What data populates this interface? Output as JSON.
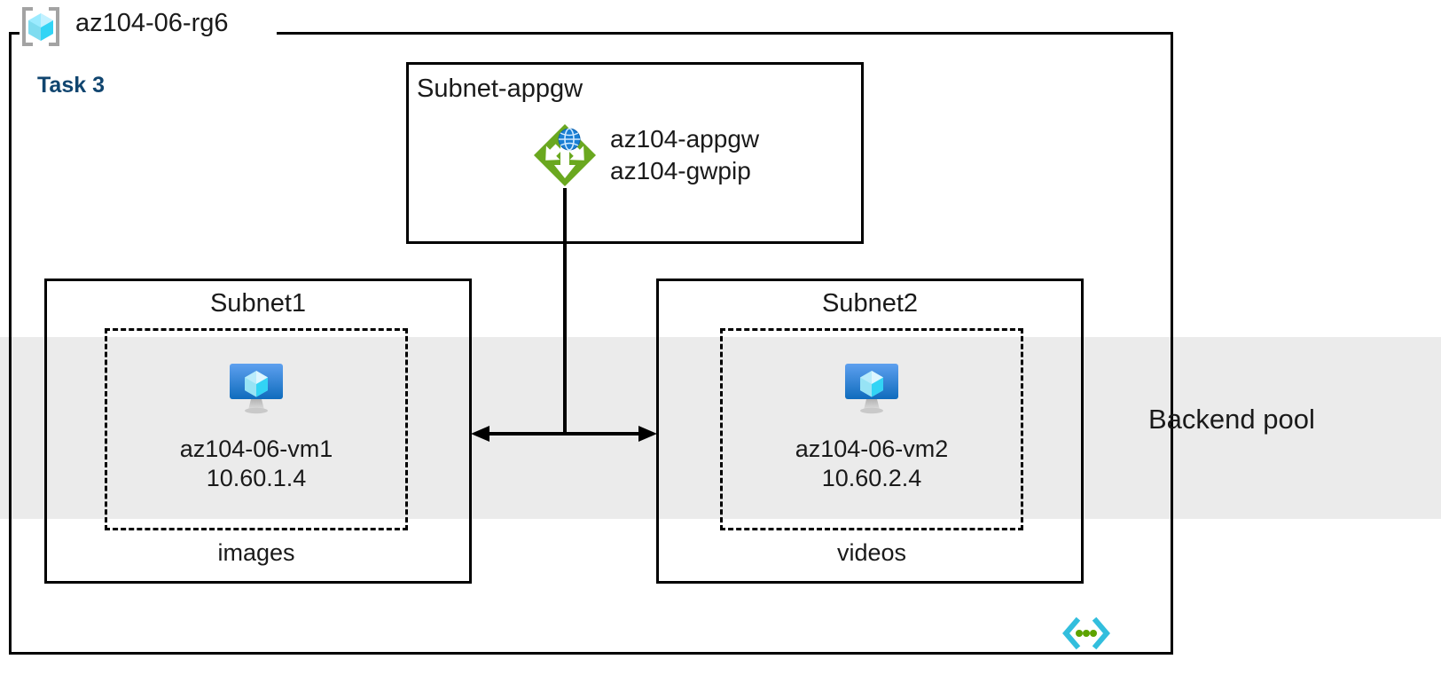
{
  "diagram": {
    "title": "az104-06-rg6",
    "task_label": "Task 3",
    "resource_group_icon": "resource-group-icon",
    "vnet_icon": "virtual-network-icon",
    "colors": {
      "task_blue": "#10456f",
      "backend_band_gray": "#ebebeb",
      "appgw_green": "#6aa81f",
      "vm_blue": "#1e88e5",
      "cube_cyan": "#50e6ff",
      "stroke_black": "#000000"
    }
  },
  "backend_pool": {
    "label": "Backend pool"
  },
  "subnets": [
    {
      "id": "subnet-appgw",
      "title": "Subnet-appgw",
      "resources": [
        {
          "icon": "application-gateway-icon",
          "lines": [
            "az104-appgw",
            "az104-gwpip"
          ]
        }
      ]
    },
    {
      "id": "subnet1",
      "title": "Subnet1",
      "nsg_label": "images",
      "vm": {
        "icon": "virtual-machine-icon",
        "name": "az104-06-vm1",
        "ip": "10.60.1.4"
      }
    },
    {
      "id": "subnet2",
      "title": "Subnet2",
      "nsg_label": "videos",
      "vm": {
        "icon": "virtual-machine-icon",
        "name": "az104-06-vm2",
        "ip": "10.60.2.4"
      }
    }
  ],
  "appgw": {
    "name_line1": "az104-appgw",
    "name_line2": "az104-gwpip"
  }
}
